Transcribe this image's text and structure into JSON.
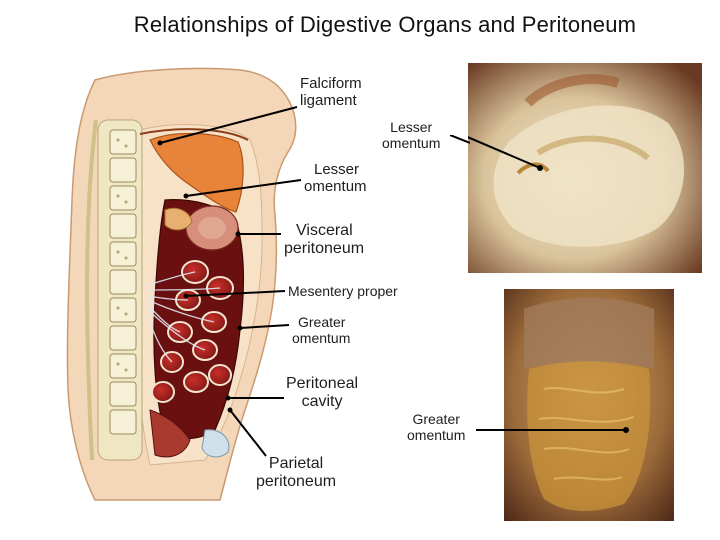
{
  "title": "Relationships of Digestive Organs and Peritoneum",
  "labels": {
    "falciform": [
      "Falciform",
      "ligament"
    ],
    "lesser_omentum_diagram": [
      "Lesser",
      "omentum"
    ],
    "visceral_peritoneum": [
      "Visceral",
      "peritoneum"
    ],
    "mesentery_proper": "Mesentery proper",
    "greater_omentum_diagram": [
      "Greater",
      "omentum"
    ],
    "peritoneal_cavity": [
      "Peritoneal",
      "cavity"
    ],
    "parietal_peritoneum": [
      "Parietal",
      "peritoneum"
    ],
    "lesser_omentum_photo": [
      "Lesser",
      "omentum"
    ],
    "greater_omentum_photo": [
      "Greater",
      "omentum"
    ]
  },
  "colors": {
    "skin": "#f4d6b8",
    "liver": "#e8833a",
    "organ_red": "#9c1f1c",
    "cavity_dark": "#5a0c0c",
    "spine": "#f0e8c0",
    "photo_tissue": "#e8d8b8",
    "photo_bg": "#6a3a22"
  }
}
